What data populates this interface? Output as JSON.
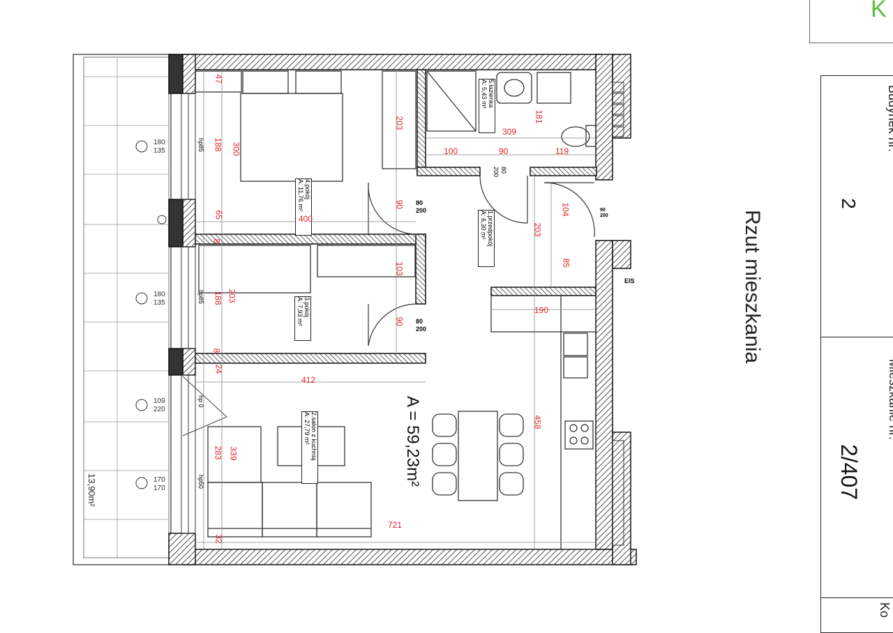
{
  "logo_letter": "K",
  "title": "Rzut mieszkania",
  "info": {
    "building_label": "Budynek nr:",
    "building_value": "2",
    "apartment_label": "Mieszkanie nr:",
    "apartment_value": "2/407",
    "next_label": "Ko"
  },
  "total_area": "A = 59,23m²",
  "balcony_area": "13,90m²",
  "rooms": [
    {
      "name": "4.pokój",
      "area": "A: 11,76 m²"
    },
    {
      "name": "3.pokój",
      "area": "A: 7,93 m²"
    },
    {
      "name": "2.salon z kuchnią",
      "area": "A: 27,79 m²"
    },
    {
      "name": "1.przedpokój",
      "area": "A: 6,30 m²"
    },
    {
      "name": "5.łazienka",
      "area": "A: 5,43 m²"
    }
  ],
  "windows": [
    {
      "top": "180",
      "bottom": "135",
      "sill": "hp85"
    },
    {
      "top": "180",
      "bottom": "135",
      "sill": "hp85"
    },
    {
      "top": "109",
      "bottom": "220",
      "sill": "hp 0"
    },
    {
      "top": "170",
      "bottom": "170",
      "sill": "hp50"
    }
  ],
  "doors": [
    {
      "w": "80",
      "h": "200"
    },
    {
      "w": "80",
      "h": "200"
    },
    {
      "w": "80",
      "h": "200"
    },
    {
      "w": "90",
      "h": "200"
    }
  ],
  "dims": {
    "d47": "47",
    "d188a": "188",
    "d300": "300",
    "d203a": "203",
    "d309": "309",
    "d181": "181",
    "d100": "100",
    "d90a": "90",
    "d119": "119",
    "d90b": "90",
    "d400": "400",
    "d65": "65",
    "d104": "104",
    "d203b": "203",
    "d85": "85",
    "d8a": "8",
    "d188b": "188",
    "d203c": "203",
    "d103": "103",
    "d190": "190",
    "d90c": "90",
    "d8b": "8",
    "d24": "24",
    "d412": "412",
    "d458": "458",
    "d283": "283",
    "d339": "339",
    "d721": "721",
    "d32": "32"
  },
  "eis_label": "EIS"
}
